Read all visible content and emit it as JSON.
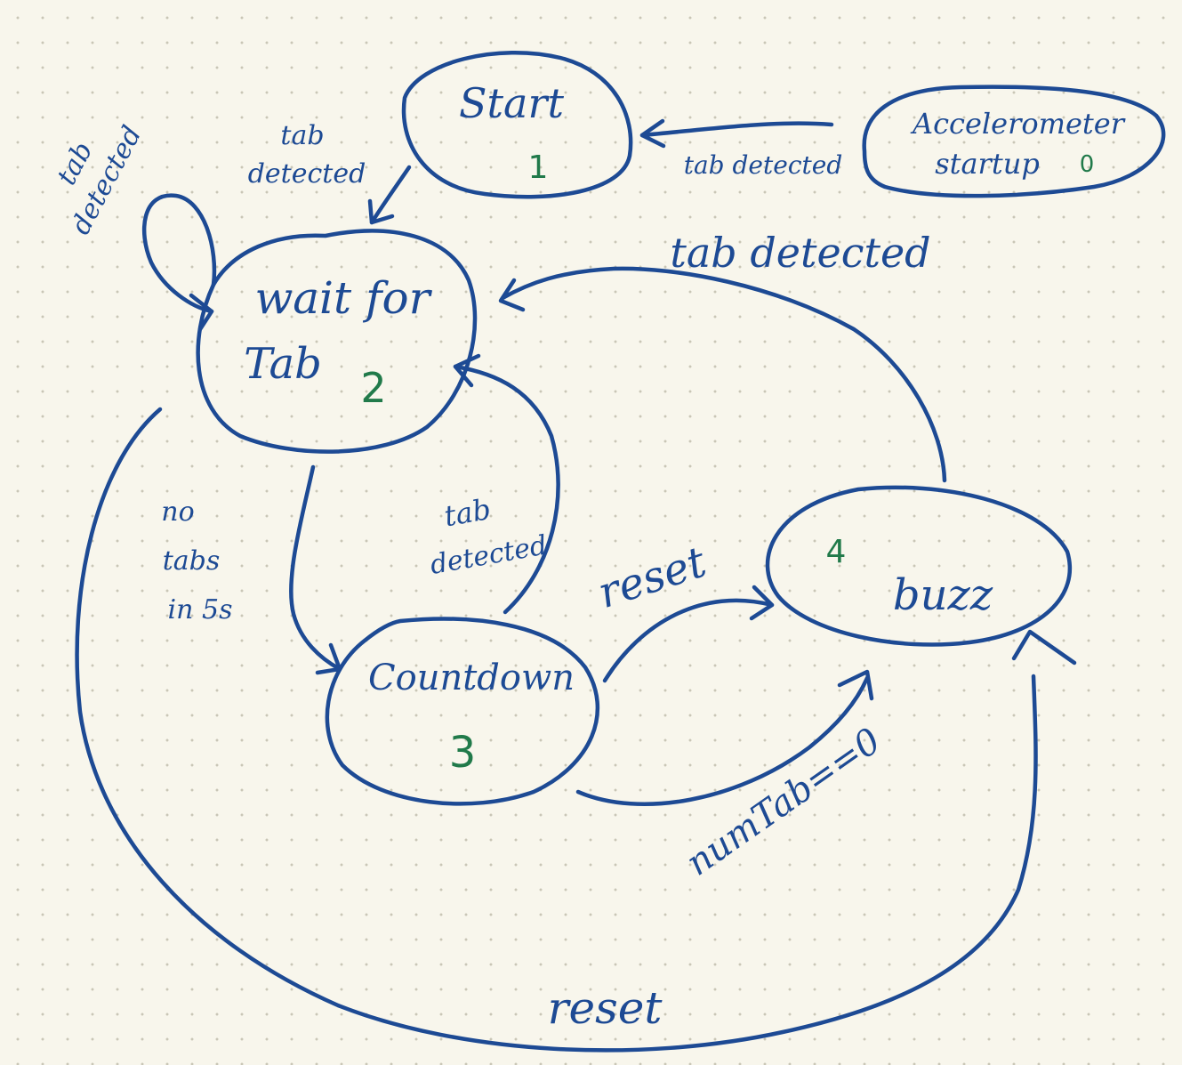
{
  "diagram": {
    "ink_color": "#1d4a94",
    "number_color": "#217a4a",
    "background_color": "#f8f6ec",
    "states": [
      {
        "id": "start",
        "label_lines": [
          "Start"
        ],
        "number": "1"
      },
      {
        "id": "accelerometer",
        "label_lines": [
          "Accelerometer",
          "startup"
        ],
        "number": "0"
      },
      {
        "id": "wait",
        "label_lines": [
          "wait for",
          "Tab"
        ],
        "number": "2"
      },
      {
        "id": "countdown",
        "label_lines": [
          "Countdown"
        ],
        "number": "3"
      },
      {
        "id": "buzz",
        "label_lines": [
          "buzz"
        ],
        "number": "4"
      }
    ],
    "transitions": [
      {
        "id": "acc_to_start",
        "from": "accelerometer",
        "to": "start",
        "label_lines": [
          "tab detected"
        ]
      },
      {
        "id": "start_to_wait",
        "from": "start",
        "to": "wait",
        "label_lines": [
          "tab",
          "detected"
        ]
      },
      {
        "id": "wait_self",
        "from": "wait",
        "to": "wait",
        "label_lines": [
          "tab",
          "detected"
        ]
      },
      {
        "id": "wait_to_countdown",
        "from": "wait",
        "to": "countdown",
        "label_lines": [
          "no",
          "tabs",
          "in 5s"
        ]
      },
      {
        "id": "countdown_to_wait",
        "from": "countdown",
        "to": "wait",
        "label_lines": [
          "tab",
          "detected"
        ]
      },
      {
        "id": "countdown_to_buzz_reset",
        "from": "countdown",
        "to": "buzz",
        "label_lines": [
          "reset"
        ]
      },
      {
        "id": "countdown_to_buzz_num",
        "from": "countdown",
        "to": "buzz",
        "label_lines": [
          "numTab==0"
        ]
      },
      {
        "id": "buzz_to_wait",
        "from": "buzz",
        "to": "wait",
        "label_lines": [
          "tab detected"
        ]
      },
      {
        "id": "wait_to_buzz_reset",
        "from": "wait",
        "to": "buzz",
        "label_lines": [
          "reset"
        ]
      }
    ]
  }
}
